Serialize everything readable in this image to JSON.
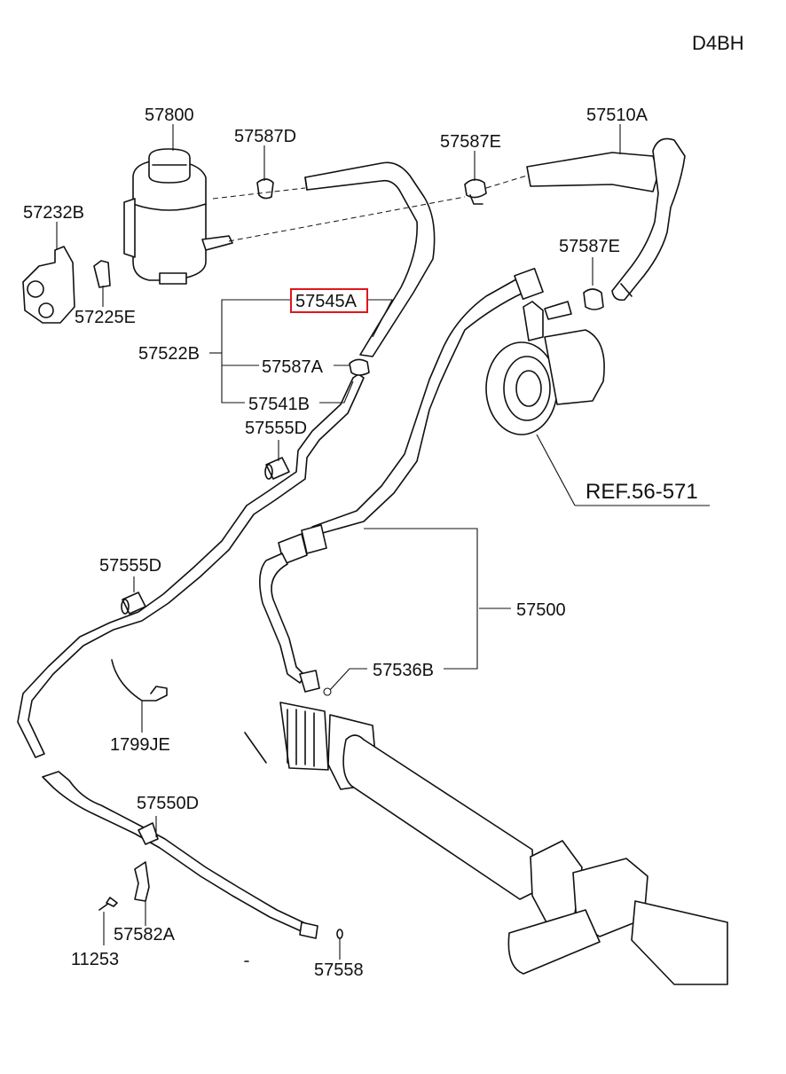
{
  "diagram": {
    "code": "D4BH",
    "highlight_color": "#e0161b",
    "labels": {
      "l57800": "57800",
      "l57587D": "57587D",
      "l57587E_top": "57587E",
      "l57510A": "57510A",
      "l57232B": "57232B",
      "l57225E": "57225E",
      "l57587E_pump": "57587E",
      "l57545A": "57545A",
      "l57522B": "57522B",
      "l57587A": "57587A",
      "l57541B": "57541B",
      "l57555D_top": "57555D",
      "ref_pump": "REF.56-571",
      "l57555D_mid": "57555D",
      "l57500": "57500",
      "l57536B": "57536B",
      "l1799JE": "1799JE",
      "l57550D": "57550D",
      "l11253": "11253",
      "l57582A": "57582A",
      "l57558": "57558"
    }
  }
}
